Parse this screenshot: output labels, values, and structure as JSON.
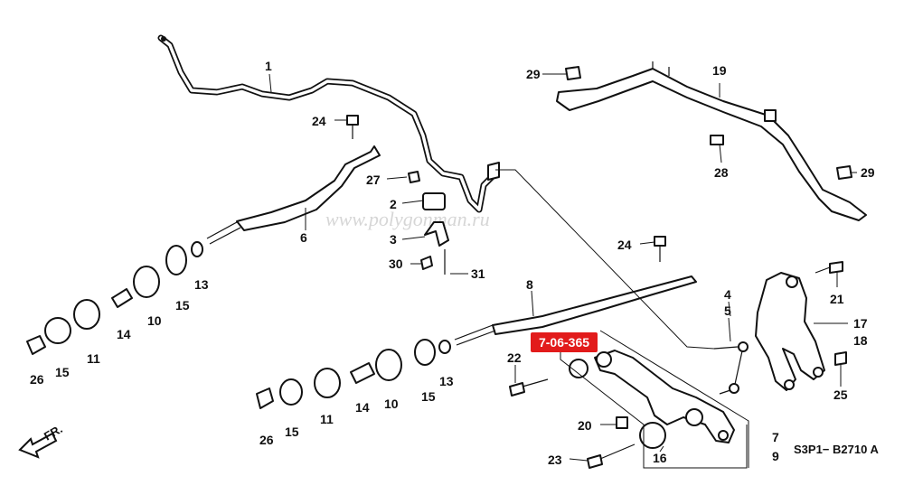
{
  "watermark": "www.polygonman.ru",
  "reference_badge": {
    "text": "7-06-365",
    "color": "#e21b1b"
  },
  "diagram_code": "S3P1− B2710 A",
  "direction_label": "FR.",
  "callouts": {
    "c1": "1",
    "c2": "2",
    "c3": "3",
    "c4": "4",
    "c5": "5",
    "c6": "6",
    "c7": "7",
    "c8": "8",
    "c9": "9",
    "c10a": "10",
    "c10b": "10",
    "c11a": "11",
    "c11b": "11",
    "c13a": "13",
    "c13b": "13",
    "c14a": "14",
    "c14b": "14",
    "c15a": "15",
    "c15b": "15",
    "c15c": "15",
    "c15d": "15",
    "c16": "16",
    "c17": "17",
    "c18": "18",
    "c19": "19",
    "c20": "20",
    "c21": "21",
    "c22": "22",
    "c23": "23",
    "c24a": "24",
    "c24b": "24",
    "c25": "25",
    "c26a": "26",
    "c26b": "26",
    "c27": "27",
    "c28": "28",
    "c29a": "29",
    "c29b": "29",
    "c30": "30",
    "c31": "31"
  }
}
